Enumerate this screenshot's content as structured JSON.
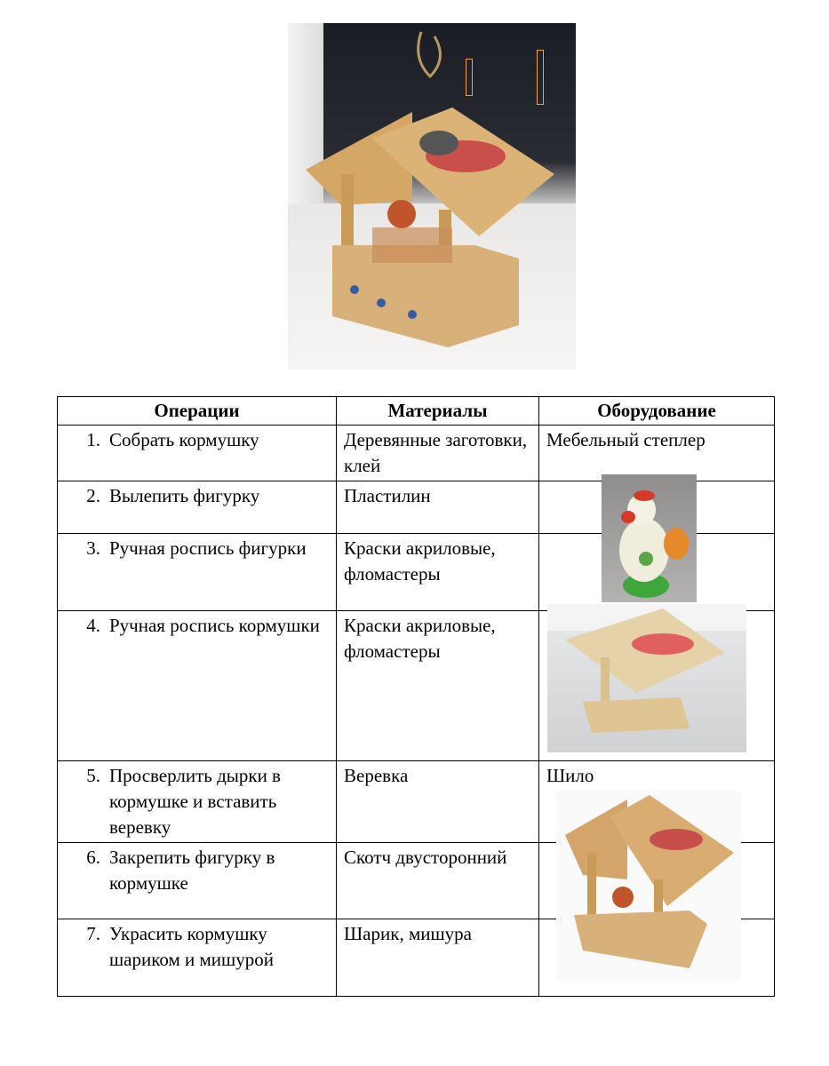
{
  "photos": {
    "top": {
      "label": "Painted wooden bird feeder on window sill",
      "icon": "bird-feeder-photo"
    },
    "figurine": {
      "label": "Painted plasticine rooster figurine",
      "icon": "figurine-photo"
    },
    "feeder_painting": {
      "label": "Feeder with painted bullfinch roof",
      "icon": "bird-feeder-photo"
    },
    "feeder_final": {
      "label": "Finished feeder with ball and tinsel",
      "icon": "bird-feeder-photo"
    }
  },
  "table": {
    "headers": [
      "Операции",
      "Материалы",
      "Оборудование"
    ],
    "rows": [
      {
        "num": "1.",
        "operation": "Собрать кормушку",
        "materials": "Деревянные заготовки, клей",
        "equipment": "Мебельный степлер"
      },
      {
        "num": "2.",
        "operation": "Вылепить фигурку",
        "materials": "Пластилин",
        "equipment": ""
      },
      {
        "num": "3.",
        "operation": "Ручная роспись фигурки",
        "materials": "Краски акриловые, фломастеры",
        "equipment": ""
      },
      {
        "num": "4.",
        "operation": "Ручная роспись кормушки",
        "materials": "Краски акриловые, фломастеры",
        "equipment": ""
      },
      {
        "num": "5.",
        "operation": "Просверлить дырки в кормушке и вставить веревку",
        "materials": "Веревка",
        "equipment": "Шило"
      },
      {
        "num": "6.",
        "operation": "Закрепить фигурку в кормушке",
        "materials": "Скотч двусторонний",
        "equipment": ""
      },
      {
        "num": "7.",
        "operation": "Украсить кормушку шариком и мишурой",
        "materials": "Шарик, мишура",
        "equipment": ""
      }
    ]
  }
}
